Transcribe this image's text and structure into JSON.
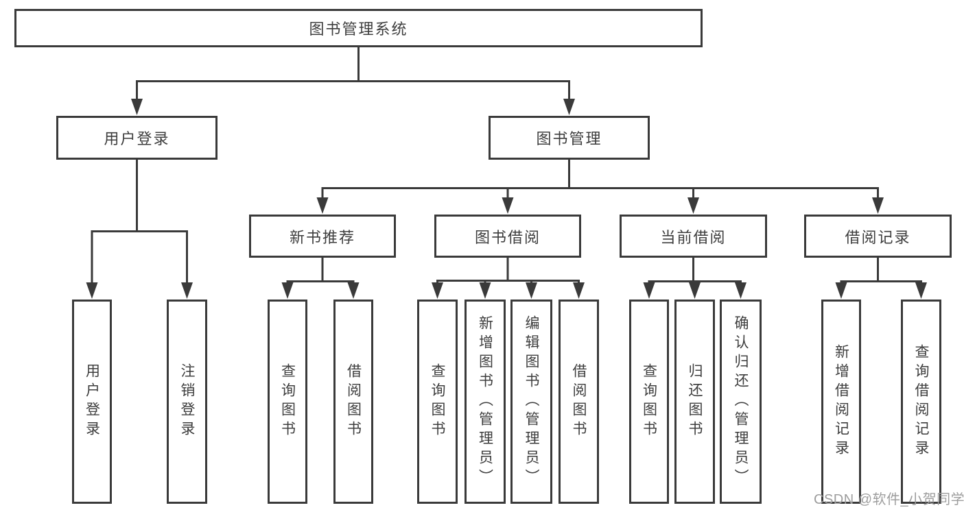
{
  "tree": {
    "label": "图书管理系统",
    "children": [
      {
        "label": "用户登录",
        "children": [
          {
            "label": "用户登录"
          },
          {
            "label": "注销登录"
          }
        ]
      },
      {
        "label": "图书管理",
        "children": [
          {
            "label": "新书推荐",
            "children": [
              {
                "label": "查询图书"
              },
              {
                "label": "借阅图书"
              }
            ]
          },
          {
            "label": "图书借阅",
            "children": [
              {
                "label": "查询图书"
              },
              {
                "label": "新增图书（管理员）"
              },
              {
                "label": "编辑图书（管理员）"
              },
              {
                "label": "借阅图书"
              }
            ]
          },
          {
            "label": "当前借阅",
            "children": [
              {
                "label": "查询图书"
              },
              {
                "label": "归还图书"
              },
              {
                "label": "确认归还（管理员）"
              }
            ]
          },
          {
            "label": "借阅记录",
            "children": [
              {
                "label": "新增借阅记录"
              },
              {
                "label": "查询借阅记录"
              }
            ]
          }
        ]
      }
    ]
  },
  "watermark": {
    "text": "CSDN @软件_小贺同学"
  },
  "colors": {
    "line": "#3a3a3a",
    "text": "#3d3d3d",
    "box_background": "#ffffff",
    "watermark": "#9d9d9d"
  }
}
